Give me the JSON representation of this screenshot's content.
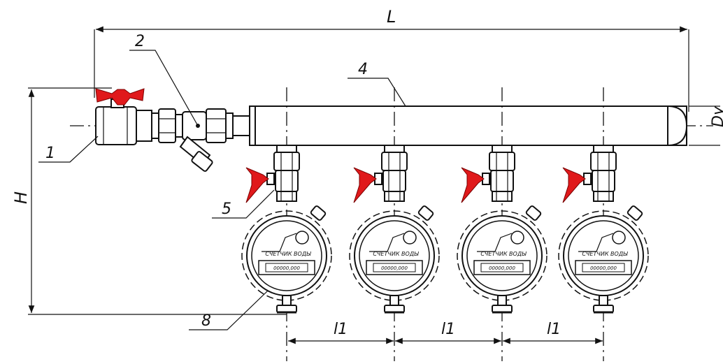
{
  "dimensions": {
    "overall_length": "L",
    "height": "H",
    "pitch": "l1",
    "nominal_diameter": "Dy"
  },
  "callouts": [
    "1",
    "2",
    "4",
    "5",
    "8"
  ],
  "meter": {
    "label": "СЧЕТЧИК ВОДЫ",
    "reading": "00000,000",
    "count": 4
  },
  "colors": {
    "handle": "#e0191b",
    "line": "#111111"
  }
}
